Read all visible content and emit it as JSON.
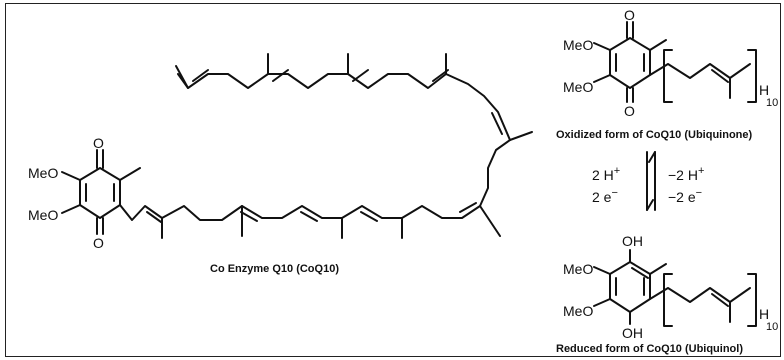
{
  "atoms": {
    "methoxy": "MeO",
    "oxygen": "O",
    "hydroxyl": "OH",
    "hydrogen": "H",
    "repeat_count": "10"
  },
  "captions": {
    "main": "Co Enzyme Q10 (CoQ10)",
    "oxidized": "Oxidized form of CoQ10  (Ubiquinone)",
    "reduced": "Reduced form of CoQ10  (Ubiquinol)"
  },
  "reaction": {
    "left_top": "2 H",
    "left_top_sup": "+",
    "left_bottom": "2 e",
    "left_bottom_sup": "−",
    "right_top": "−2 H",
    "right_top_sup": "+",
    "right_bottom": "−2 e",
    "right_bottom_sup": "−"
  }
}
